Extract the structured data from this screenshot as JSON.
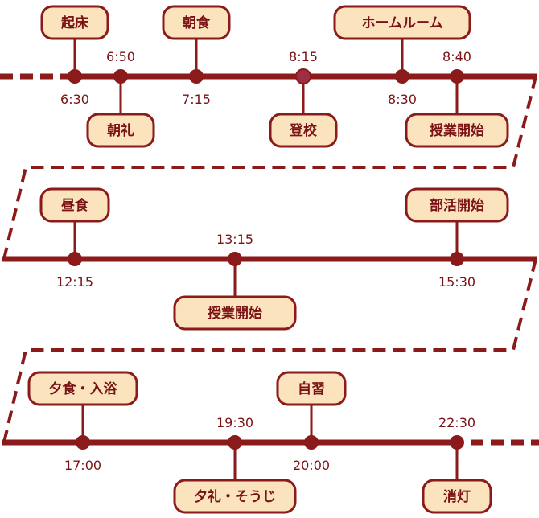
{
  "colors": {
    "line": "#8b1a1a",
    "pill_fill": "#fbe3bd",
    "text": "#7a1216",
    "dot": "#8b1a1a",
    "dot_special": "#9c2f44"
  },
  "rows": [
    {
      "events": [
        {
          "time": "6:30",
          "label": "起床"
        },
        {
          "time": "6:50",
          "label": "朝礼"
        },
        {
          "time": "7:15",
          "label": "朝食"
        },
        {
          "time": "8:15",
          "label": "登校"
        },
        {
          "time": "8:30",
          "label": "ホームルーム"
        },
        {
          "time": "8:40",
          "label": "授業開始"
        }
      ]
    },
    {
      "events": [
        {
          "time": "12:15",
          "label": "昼食"
        },
        {
          "time": "13:15",
          "label": "授業開始"
        },
        {
          "time": "15:30",
          "label": "部活開始"
        }
      ]
    },
    {
      "events": [
        {
          "time": "17:00",
          "label": "夕食・入浴"
        },
        {
          "time": "19:30",
          "label": "夕礼・そうじ"
        },
        {
          "time": "20:00",
          "label": "自習"
        },
        {
          "time": "22:30",
          "label": "消灯"
        }
      ]
    }
  ]
}
